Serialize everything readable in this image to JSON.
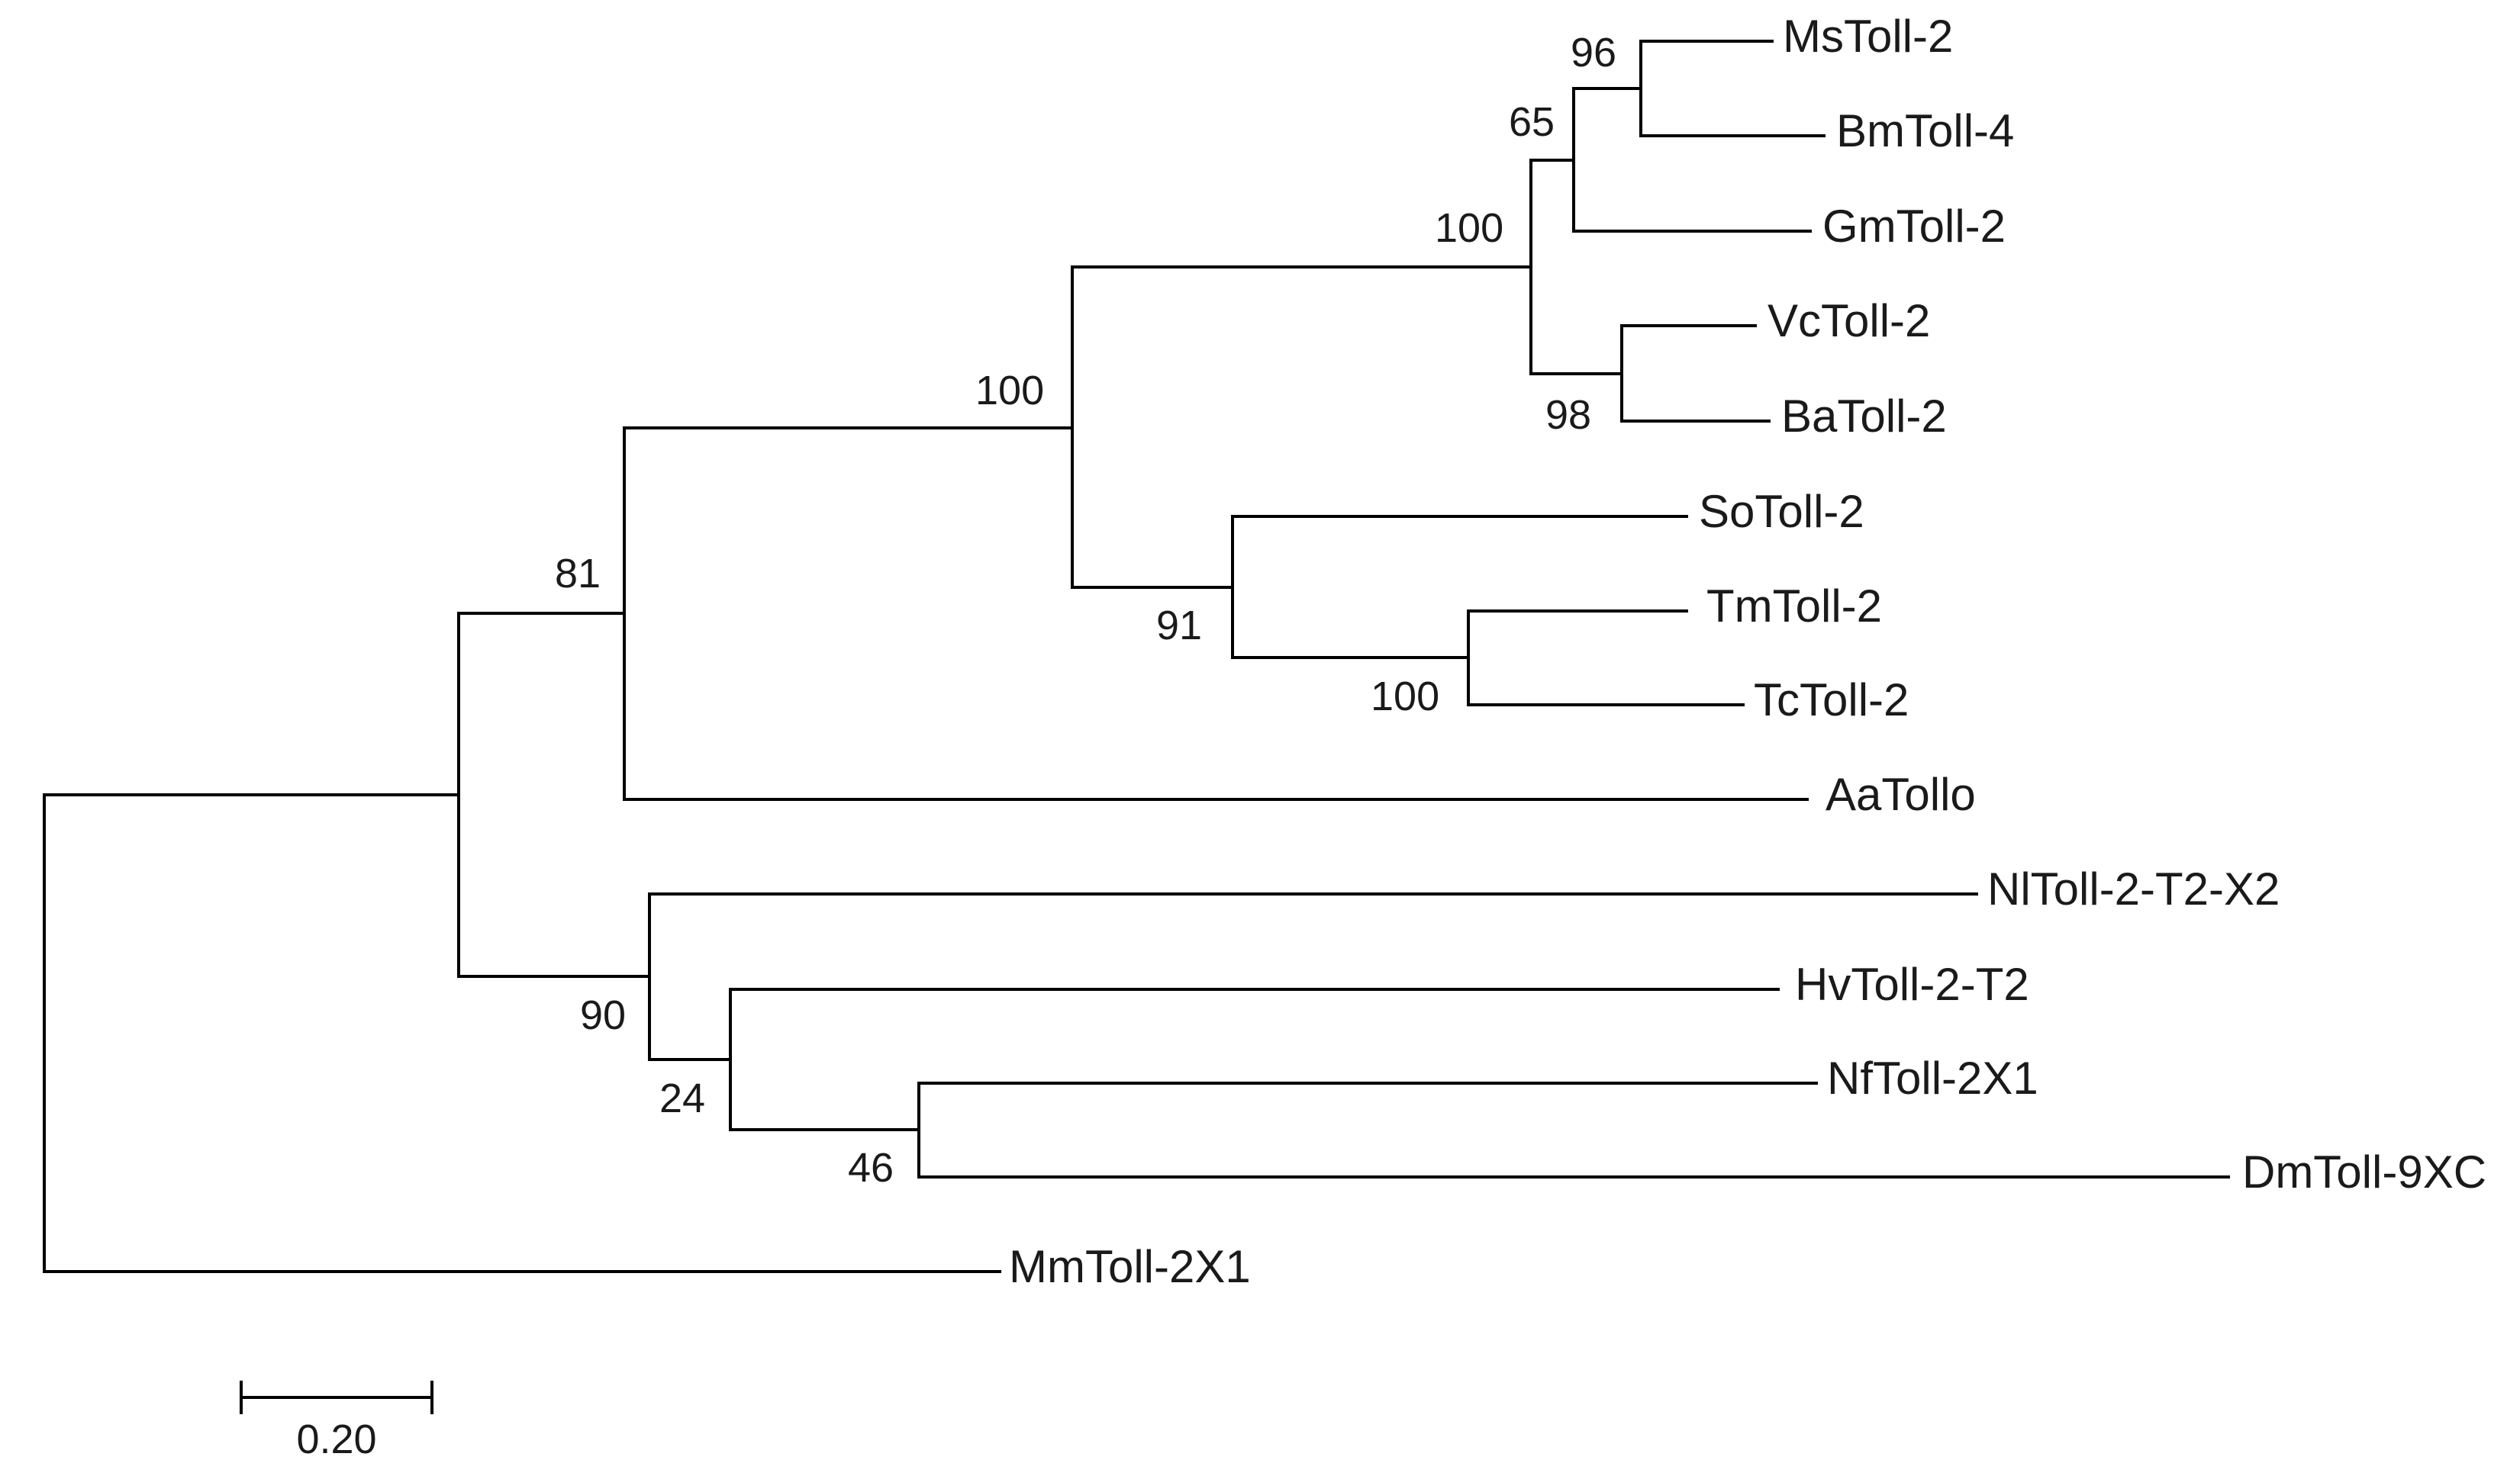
{
  "tree": {
    "taxa": {
      "ms_toll_2": "MsToll-2",
      "bm_toll_4": "BmToll-4",
      "gm_toll_2": "GmToll-2",
      "vc_toll_2": "VcToll-2",
      "ba_toll_2": "BaToll-2",
      "so_toll_2": "SoToll-2",
      "tm_toll_2": "TmToll-2",
      "tc_toll_2": "TcToll-2",
      "aa_tollo": "AaTollo",
      "nl_toll_2_t2_x2": "NlToll-2-T2-X2",
      "hv_toll_2_t2": "HvToll-2-T2",
      "nf_toll_2x1": "NfToll-2X1",
      "dm_toll_9xc": "DmToll-9XC",
      "mm_toll_2x1": "MmToll-2X1"
    },
    "support": {
      "ms_bm": "96",
      "ms_bm_gm": "65",
      "lepidoptera_clade": "100",
      "vc_ba": "98",
      "upper_clade": "100",
      "so_tm_tc": "91",
      "tm_tc": "100",
      "with_aa": "81",
      "lower_clade": "90",
      "hv_nf_dm": "24",
      "nf_dm": "46"
    },
    "scale_bar": {
      "label": "0.20",
      "length": 0.2
    }
  }
}
